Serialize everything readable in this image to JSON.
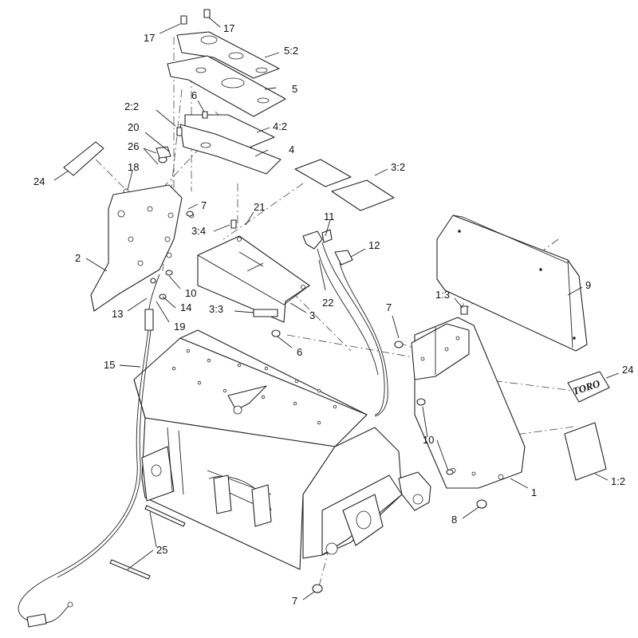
{
  "callouts": {
    "c17a": "17",
    "c17b": "17",
    "c5_2": "5:2",
    "c5": "5",
    "c6a": "6",
    "c2_2": "2:2",
    "c4_2": "4:2",
    "c20": "20",
    "c4": "4",
    "c26": "26",
    "c18": "18",
    "c24a": "24",
    "c3_2": "3:2",
    "c7a": "7",
    "c21": "21",
    "c11": "11",
    "c3_4": "3:4",
    "c12": "12",
    "c2": "2",
    "c10a": "10",
    "c13": "13",
    "c14": "14",
    "c19": "19",
    "c3_3": "3:3",
    "c3": "3",
    "c22": "22",
    "c6b": "6",
    "c7b": "7",
    "c1_3": "1:3",
    "c9": "9",
    "c15": "15",
    "c24b": "24",
    "c10b": "10",
    "c1": "1",
    "c1_2": "1:2",
    "c8": "8",
    "c25": "25",
    "c7c": "7"
  },
  "decal_logo": "TORO"
}
